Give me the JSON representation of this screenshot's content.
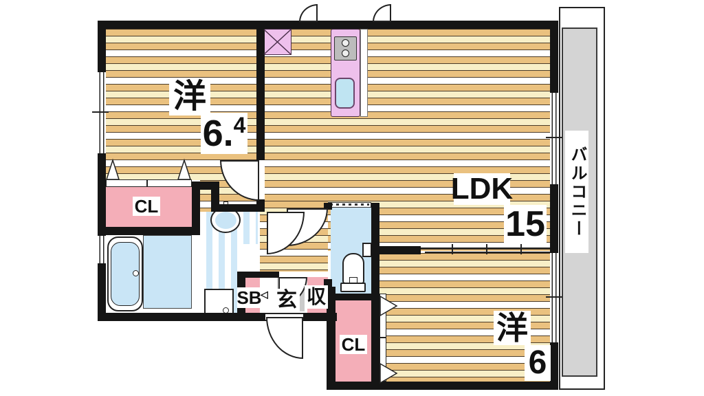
{
  "plan_title": "apartment-floor-plan",
  "rooms": {
    "bedroom1": {
      "label": "洋",
      "size_main": "6.",
      "size_sup": "4"
    },
    "ldk": {
      "label": "LDK",
      "size": "15"
    },
    "bedroom2": {
      "label": "洋",
      "size": "6"
    },
    "closet1": {
      "label": "CL"
    },
    "closet2": {
      "label": "CL"
    },
    "shoe_box": {
      "label": "SB"
    },
    "shoe_box_arrow": "◁",
    "entrance": {
      "label": "玄"
    },
    "storage": {
      "label": "収"
    },
    "balcony": {
      "label": "バルコニー"
    }
  },
  "colors": {
    "wall": "#151515",
    "wood1": "#eac17f",
    "wood2": "#f8efc7",
    "pink": "#f4aeb8",
    "kpurple": "#eec0ec",
    "blue": "#c9e5f6",
    "bstripe": "#cfe8f8",
    "balgray": "#d4d4d4",
    "matgray": "#cbcbcb",
    "stovegray": "#bcbcbc"
  }
}
